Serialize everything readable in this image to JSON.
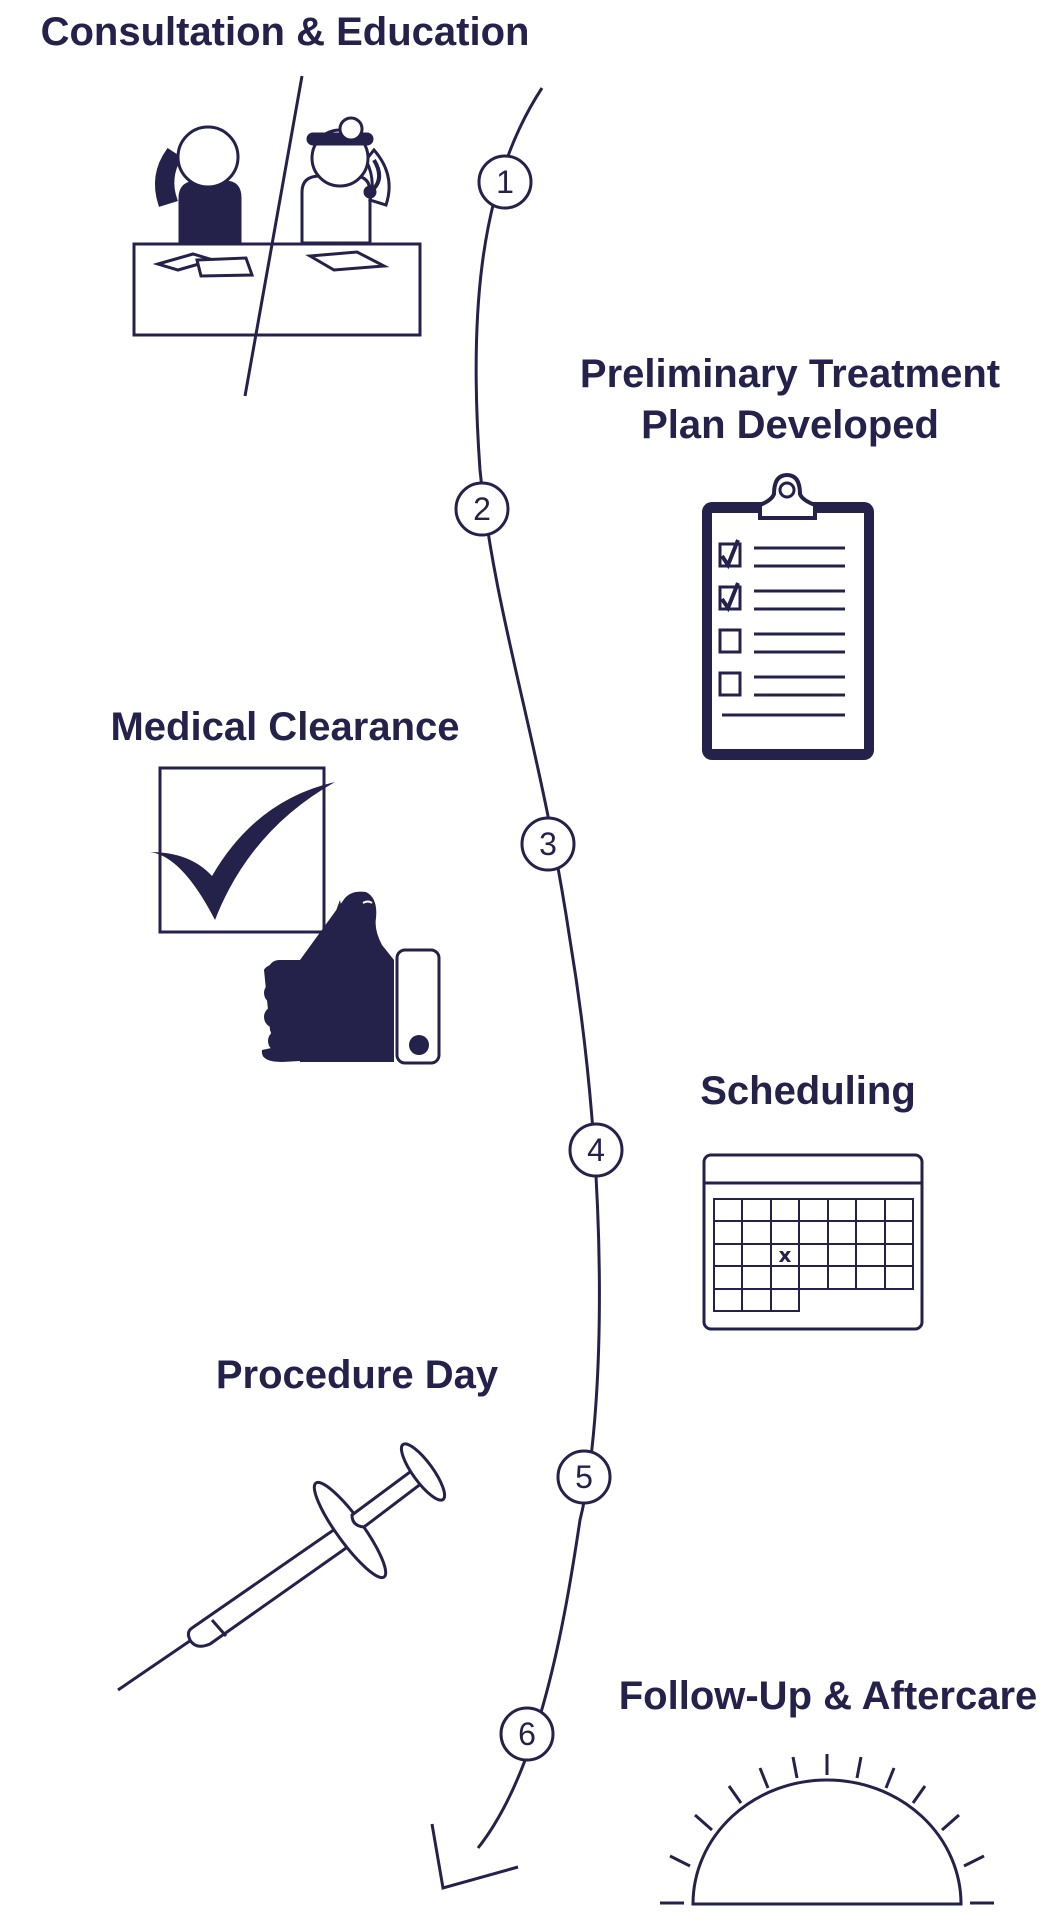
{
  "colors": {
    "ink": "#24214a",
    "background": "#ffffff"
  },
  "steps": [
    {
      "number": "1",
      "title_lines": [
        "Consultation & Education"
      ],
      "icon": "consultation-icon"
    },
    {
      "number": "2",
      "title_lines": [
        "Preliminary Treatment",
        "Plan Developed"
      ],
      "icon": "clipboard-checklist-icon"
    },
    {
      "number": "3",
      "title_lines": [
        "Medical Clearance"
      ],
      "icon": "checkmark-thumbs-up-icon"
    },
    {
      "number": "4",
      "title_lines": [
        "Scheduling"
      ],
      "icon": "calendar-icon"
    },
    {
      "number": "5",
      "title_lines": [
        "Procedure Day"
      ],
      "icon": "syringe-icon"
    },
    {
      "number": "6",
      "title_lines": [
        "Follow-Up & Aftercare"
      ],
      "icon": "sunrise-icon"
    }
  ],
  "calendar_mark": "x"
}
